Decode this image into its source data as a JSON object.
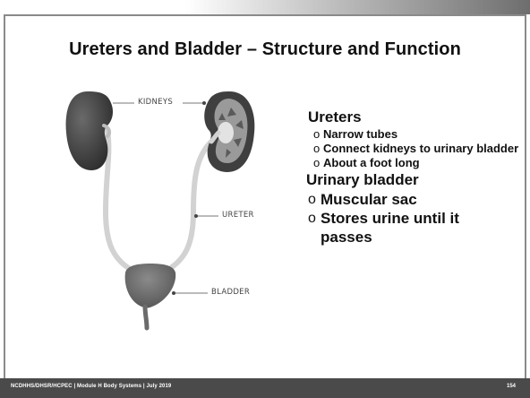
{
  "slide": {
    "title": "Ureters and Bladder – Structure and Function",
    "diagram": {
      "labels": {
        "kidneys": "KIDNEYS",
        "ureter": "URETER",
        "bladder": "BLADDER"
      }
    },
    "sections": [
      {
        "heading": "Ureters",
        "bullets": [
          "Narrow tubes",
          "Connect kidneys to urinary bladder",
          "About a foot long"
        ]
      },
      {
        "heading": "Urinary bladder",
        "bullets": [
          "Muscular sac",
          "Stores urine until it passes"
        ]
      }
    ],
    "bullet_marker": "o",
    "footer": {
      "text": "NCDHHS/DHSR/HCPEC | Module H Body Systems | July 2019",
      "page_number": "154"
    }
  },
  "colors": {
    "bottom_bar": "#4a4a4a",
    "kidney_dark": "#3d3d3d",
    "ureter": "#d0d0d0",
    "bladder": "#6b6b6b"
  }
}
